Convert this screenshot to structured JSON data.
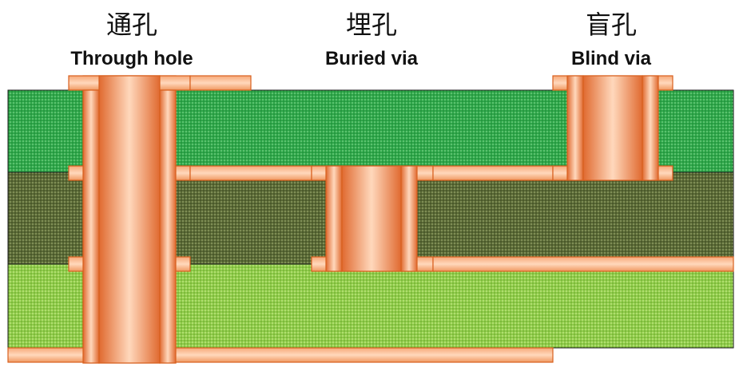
{
  "labels": {
    "through": {
      "cn": "通孔",
      "en": "Through hole"
    },
    "buried": {
      "cn": "埋孔",
      "en": "Buried via"
    },
    "blind": {
      "cn": "盲孔",
      "en": "Blind via"
    }
  },
  "colors": {
    "layer_top": "#2fa84a",
    "layer_mid": "#5a6a36",
    "layer_bottom": "#8fcc4a",
    "copper_light": "#ffd2b0",
    "copper_mid": "#f4a070",
    "copper_dark": "#e06a30",
    "copper_edge": "#d8601e"
  }
}
